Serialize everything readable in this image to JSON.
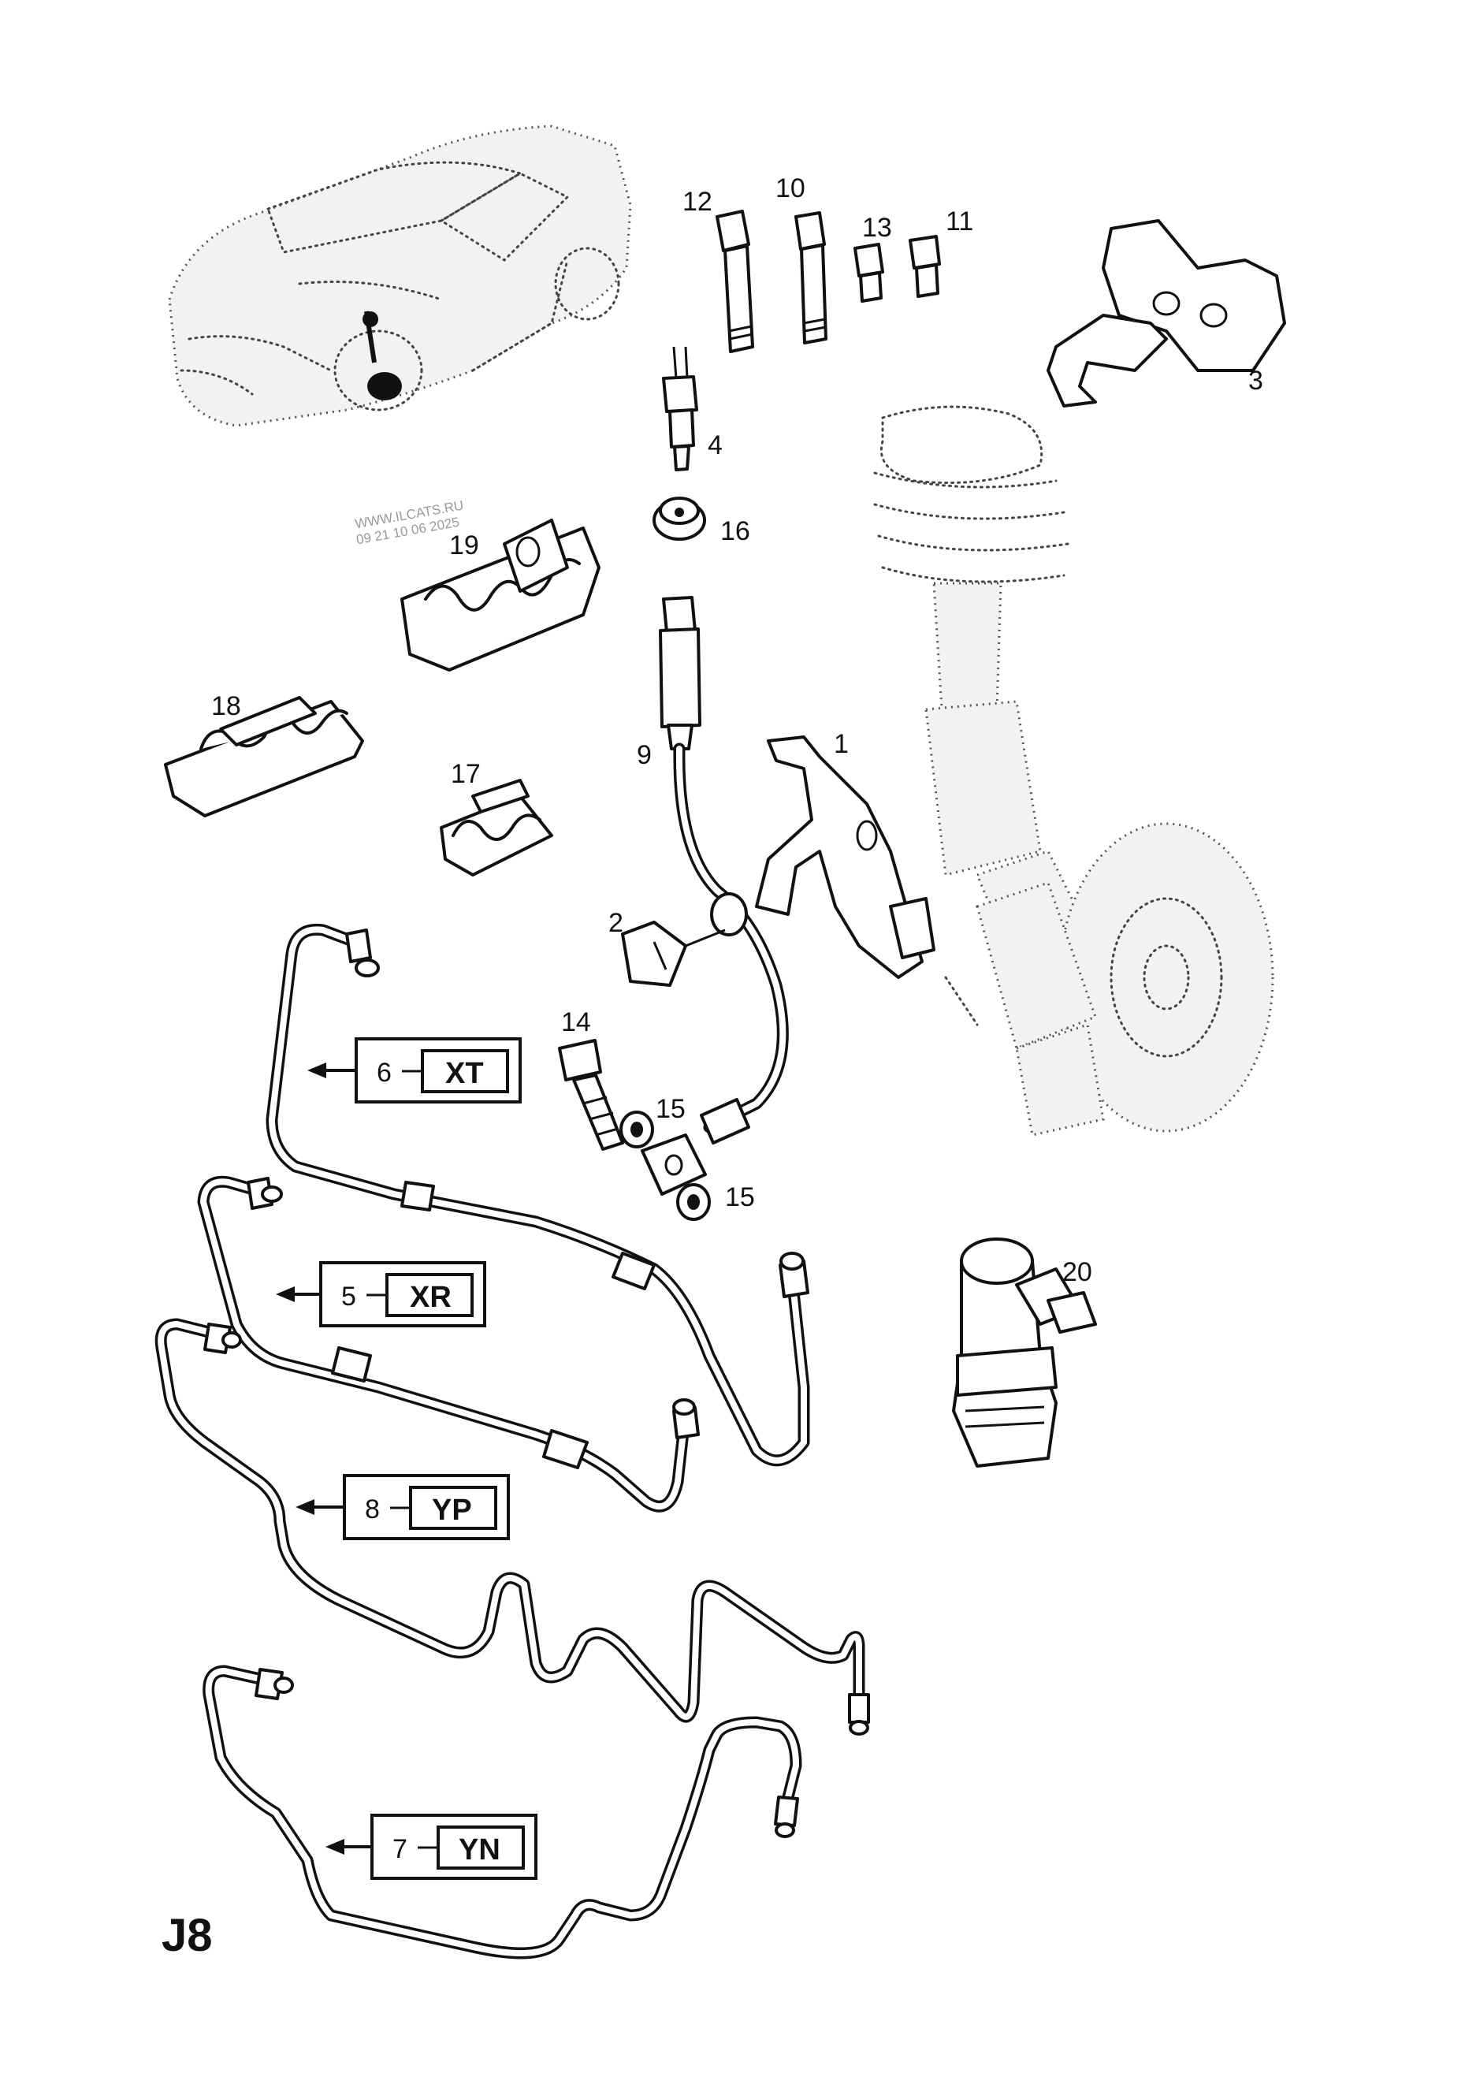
{
  "diagram_id": "J8",
  "watermark": {
    "line1": "WWW.ILCATS.RU",
    "line2": "09 21 10 06 2025"
  },
  "callouts": {
    "p1": "1",
    "p2": "2",
    "p3": "3",
    "p4": "4",
    "p9": "9",
    "p10": "10",
    "p11": "11",
    "p12": "12",
    "p13": "13",
    "p14": "14",
    "p15a": "15",
    "p15b": "15",
    "p16": "16",
    "p17": "17",
    "p18": "18",
    "p19": "19",
    "p20": "20"
  },
  "pipe_labels": [
    {
      "number": "6",
      "code": "XT"
    },
    {
      "number": "5",
      "code": "XR"
    },
    {
      "number": "8",
      "code": "YP"
    },
    {
      "number": "7",
      "code": "YN"
    }
  ]
}
